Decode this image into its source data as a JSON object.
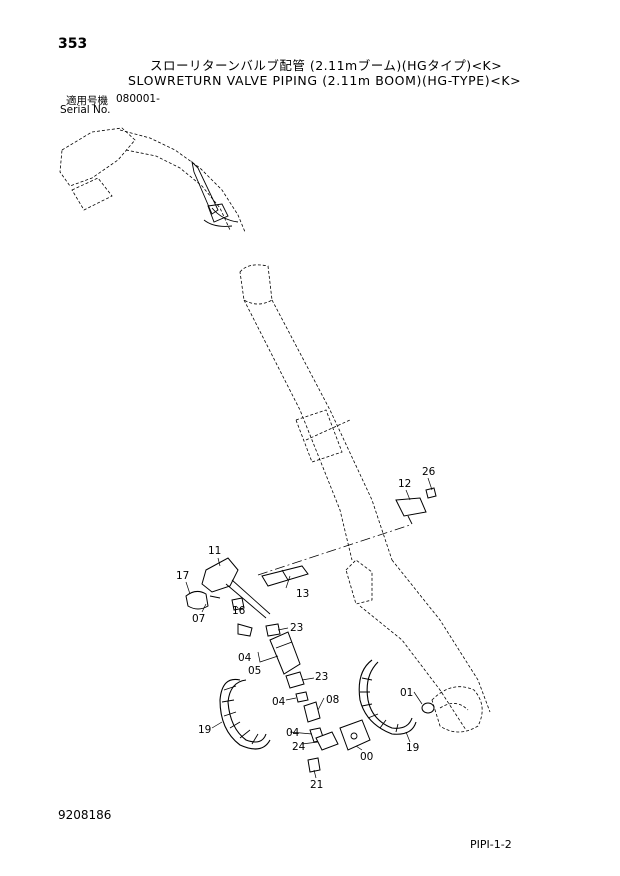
{
  "header": {
    "page_number": "353",
    "title_jp": "スローリターンバルブ配管 (2.11mブーム)(HGタイプ)<K>",
    "title_en": "SLOWRETURN VALVE PIPING (2.11m BOOM)(HG-TYPE)<K>",
    "serial_label_jp": "適用号機",
    "serial_label_en": "Serial No.",
    "serial_value": "080001-"
  },
  "callouts": {
    "p26": "26",
    "p12": "12",
    "p11": "11",
    "p17": "17",
    "p13": "13",
    "p16": "16",
    "p07": "07",
    "p23a": "23",
    "p04a": "04",
    "p05": "05",
    "p23b": "23",
    "p08": "08",
    "p04b": "04",
    "p04c": "04",
    "p01": "01",
    "p19a": "19",
    "p24": "24",
    "p00": "00",
    "p19b": "19",
    "p21": "21"
  },
  "footer": {
    "figure_number": "9208186",
    "sheet_code": "PIPI-1-2"
  }
}
